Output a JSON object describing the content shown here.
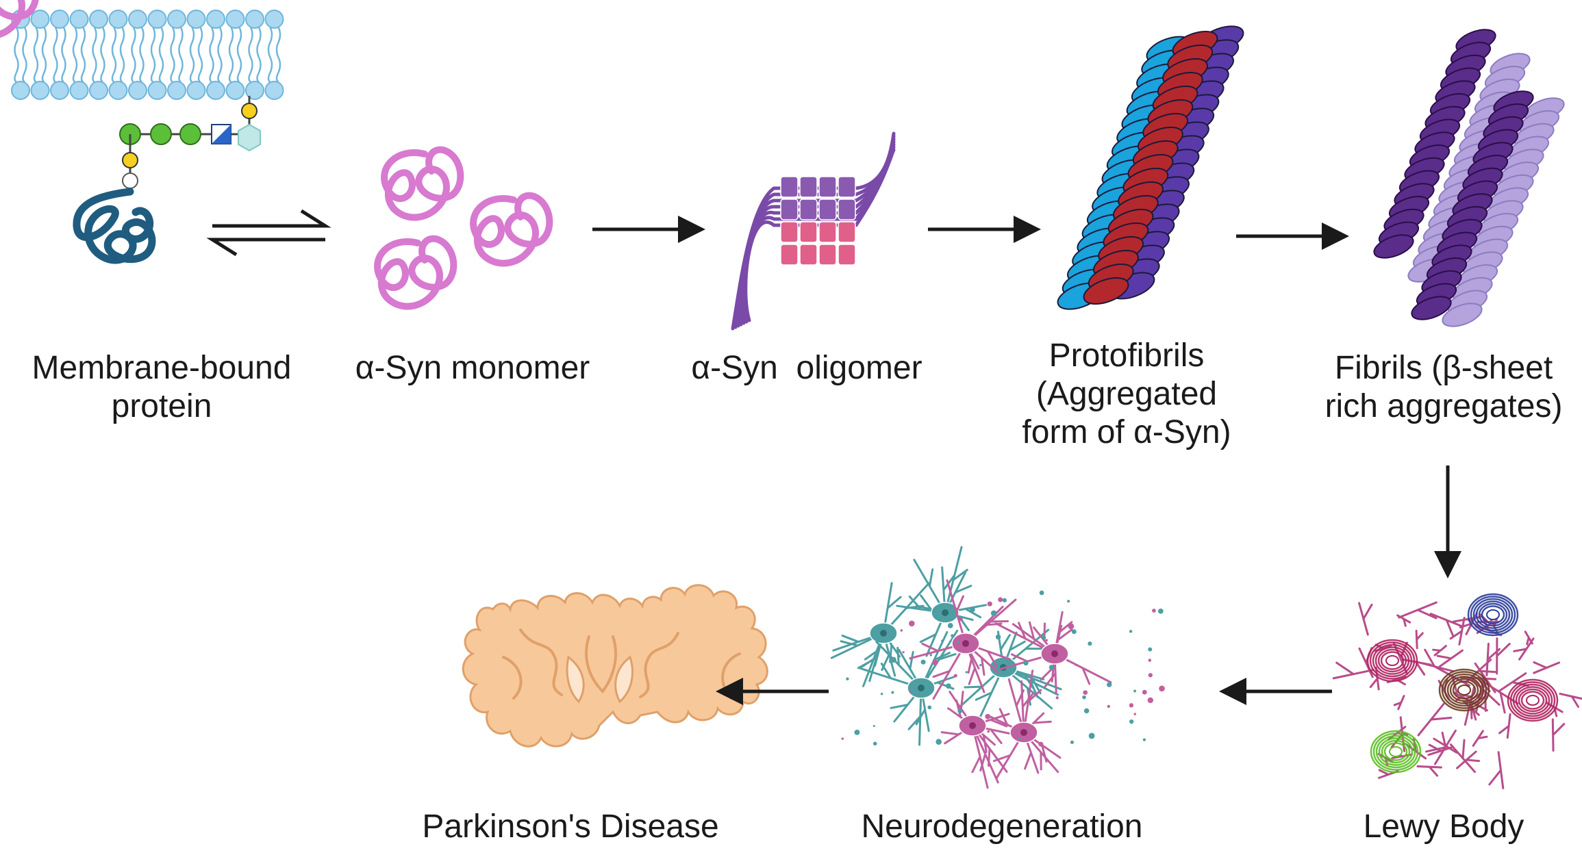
{
  "stages": {
    "membrane_bound": {
      "line1": "Membrane-bound",
      "line2": "protein"
    },
    "monomer": {
      "line1": "α-Syn monomer"
    },
    "oligomer": {
      "line1": "α-Syn  oligomer"
    },
    "protofibrils": {
      "line1": "Protofibrils",
      "line2": "(Aggregated",
      "line3": "form of α-Syn)"
    },
    "fibrils": {
      "line1": "Fibrils (β-sheet",
      "line2": "rich aggregates)"
    },
    "lewy_body": {
      "line1": "Lewy Body"
    },
    "neurodegeneration": {
      "line1": "Neurodegeneration"
    },
    "parkinsons": {
      "line1": "Parkinson's Disease"
    }
  },
  "colors": {
    "membrane": "#a9d8f0",
    "membrane_stroke": "#6fb6dc",
    "protein_dark": "#1f5c80",
    "monomer": "#d77ad0",
    "oligomer_purple": "#8a5ab0",
    "oligomer_pink": "#e0608a",
    "proto_blue": "#1aa3dd",
    "proto_red": "#b3282d",
    "proto_purple": "#5a3aa8",
    "fibril_dark": "#5a2d8a",
    "fibril_light": "#b4a3dc",
    "neuron_teal": "#4d9fa3",
    "neuron_pink": "#c060a0",
    "brain": "#f7c89a",
    "arrow": "#1a1a1a"
  }
}
